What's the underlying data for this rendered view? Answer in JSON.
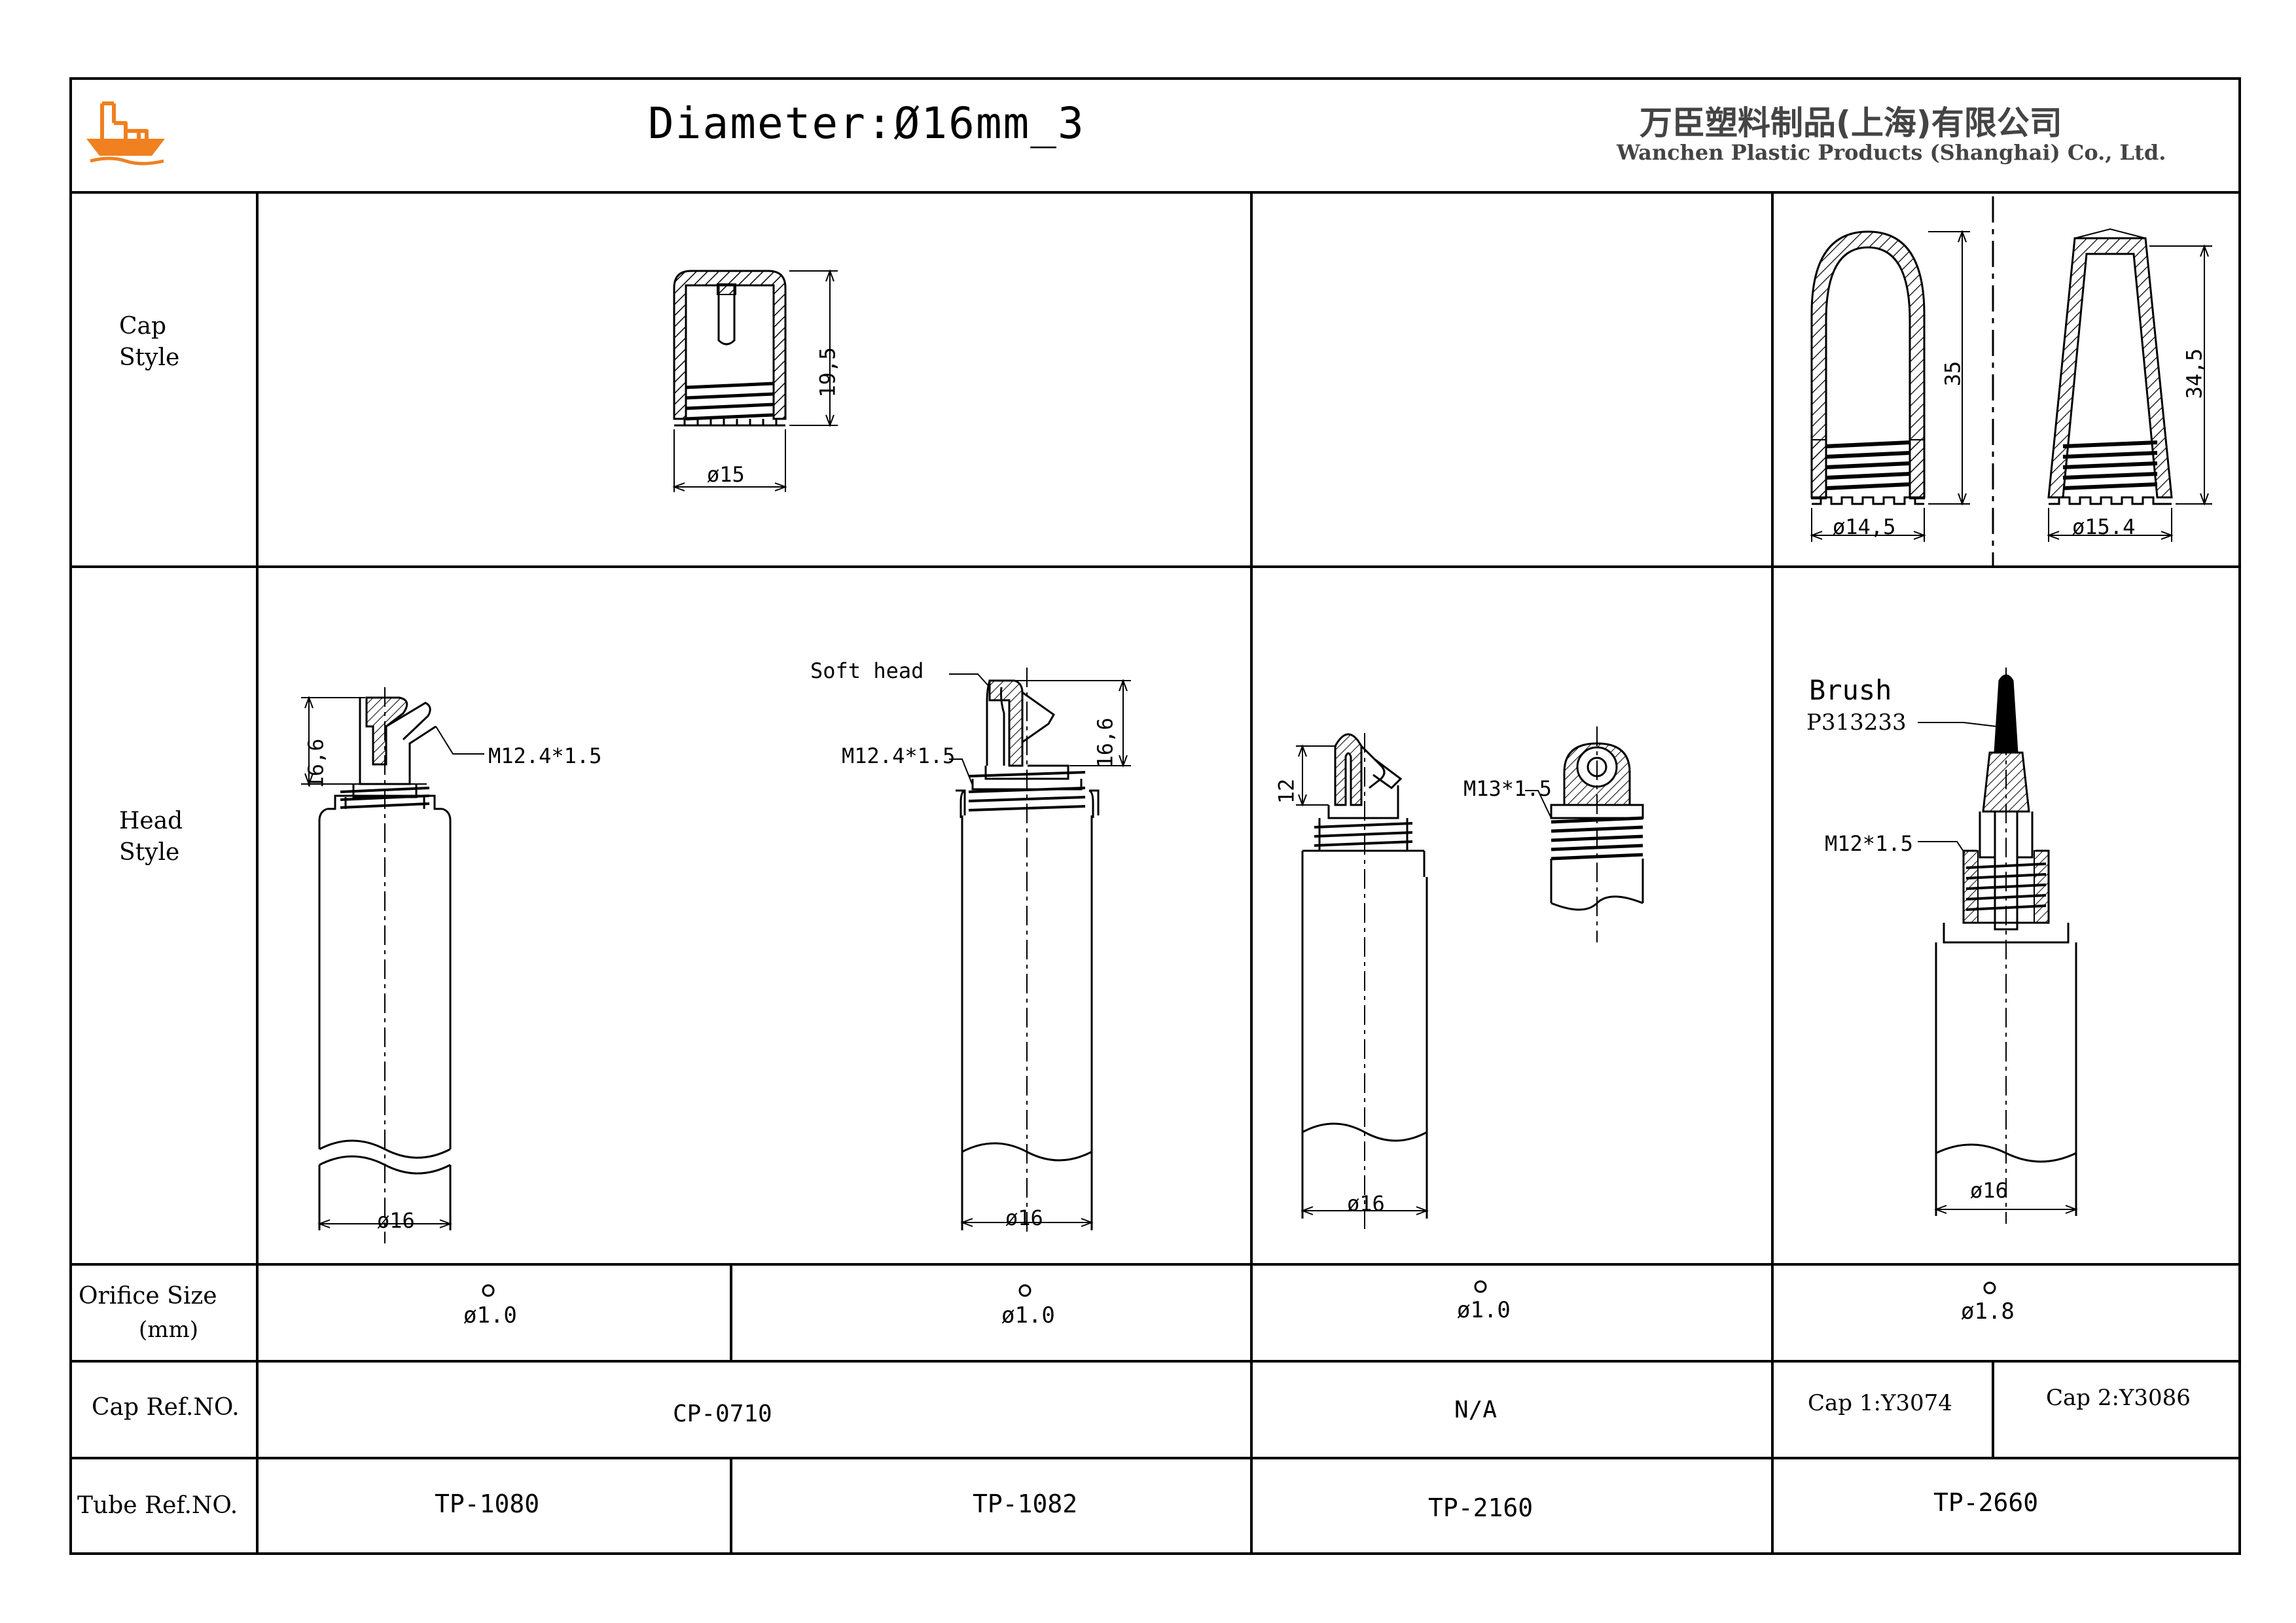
{
  "header": {
    "title": "Diameter:Ø16mm_3",
    "company_cn": "万臣塑料制品(上海)有限公司",
    "company_en": "Wanchen Plastic Products (Shanghai) Co., Ltd."
  },
  "row_labels": {
    "cap_style_1": "Cap",
    "cap_style_2": "Style",
    "head_style_1": "Head",
    "head_style_2": "Style",
    "orifice_1": "Orifice Size",
    "orifice_2": "(mm)",
    "cap_ref": "Cap Ref.NO.",
    "tube_ref": "Tube Ref.NO."
  },
  "cap_dims": {
    "a_height": "19,5",
    "a_dia": "ø15",
    "b_height": "35",
    "b_dia": "ø14,5",
    "c_height": "34,5",
    "c_dia": "ø15.4"
  },
  "head_dims": {
    "h1_height": "16,6",
    "h1_thread": "M12.4*1.5",
    "h1_dia": "ø16",
    "h2_label": "Soft head",
    "h2_thread": "M12.4*1.5",
    "h2_height": "16,6",
    "h2_dia": "ø16",
    "h3_height": "12",
    "h3_thread": "M13*1.5",
    "h3_dia": "ø16",
    "h4_label": "Brush",
    "h4_part": "P313233",
    "h4_thread": "M12*1.5",
    "h4_dia": "ø16"
  },
  "orifice": {
    "c1": "ø1.0",
    "c2": "ø1.0",
    "c3": "ø1.0",
    "c4": "ø1.8"
  },
  "cap_ref": {
    "c12": "CP-0710",
    "c3": "N/A",
    "c4a": "Cap 1:Y3074",
    "c4b": "Cap 2:Y3086"
  },
  "tube_ref": {
    "c1": "TP-1080",
    "c2": "TP-1082",
    "c3": "TP-2160",
    "c4": "TP-2660"
  },
  "colors": {
    "logo": "#f08020",
    "line": "#000000"
  }
}
